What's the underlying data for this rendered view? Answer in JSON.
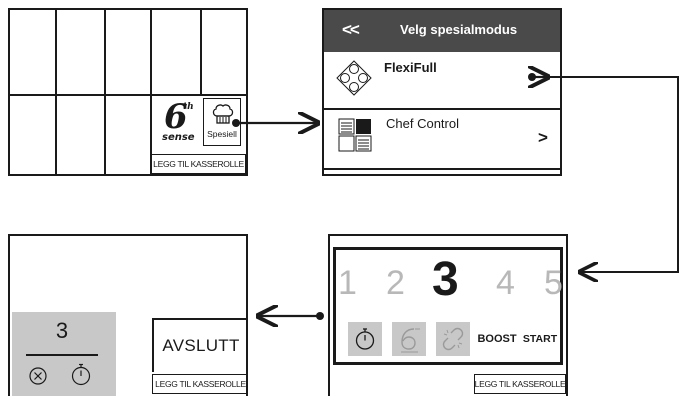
{
  "panel1": {
    "sixth_sense_sup": "th",
    "sixth_sense_digit": "6",
    "sixth_sense_word": "sense",
    "special_label": "Spesiell",
    "add_pot_label": "LEGG TIL KASSEROLLE"
  },
  "panel2": {
    "back_glyph": "<<",
    "title": "Velg spesialmodus",
    "items": [
      {
        "label": "FlexiFull",
        "icon": "flexi-full-icon"
      },
      {
        "label": "Chef Control",
        "icon": "chef-control-icon",
        "chevron": ">"
      }
    ]
  },
  "panel3": {
    "levels": [
      "1",
      "2",
      "3",
      "4",
      "5"
    ],
    "boost_label": "BOOST",
    "start_label": "START",
    "add_pot_label": "LEGG TIL KASSEROLLE"
  },
  "panel4": {
    "level": "3",
    "end_label": "AVSLUTT",
    "add_pot_label": "LEGG TIL KASSEROLLE"
  },
  "colors": {
    "header_bg": "#4a4a4a",
    "selected_bg": "#c8c8c8",
    "disabled_text": "#b8b8b8",
    "line": "#1a1a1a"
  }
}
